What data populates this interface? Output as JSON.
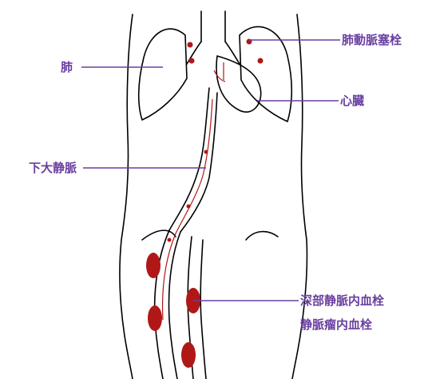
{
  "colors": {
    "outline": "#000000",
    "leader_line": "#6a3fa0",
    "label_text": "#6a3fa0",
    "clot": "#b01818",
    "clot_dark": "#8a0f0f"
  },
  "labels": {
    "lung": "肺",
    "pulmonary_embolism": "肺動脈塞栓",
    "heart": "心臓",
    "inferior_vena_cava": "下大静脈",
    "deep_vein_thrombosis": "深部静脈内血栓",
    "varicose_thrombosis": "静脈瘤内血栓"
  }
}
